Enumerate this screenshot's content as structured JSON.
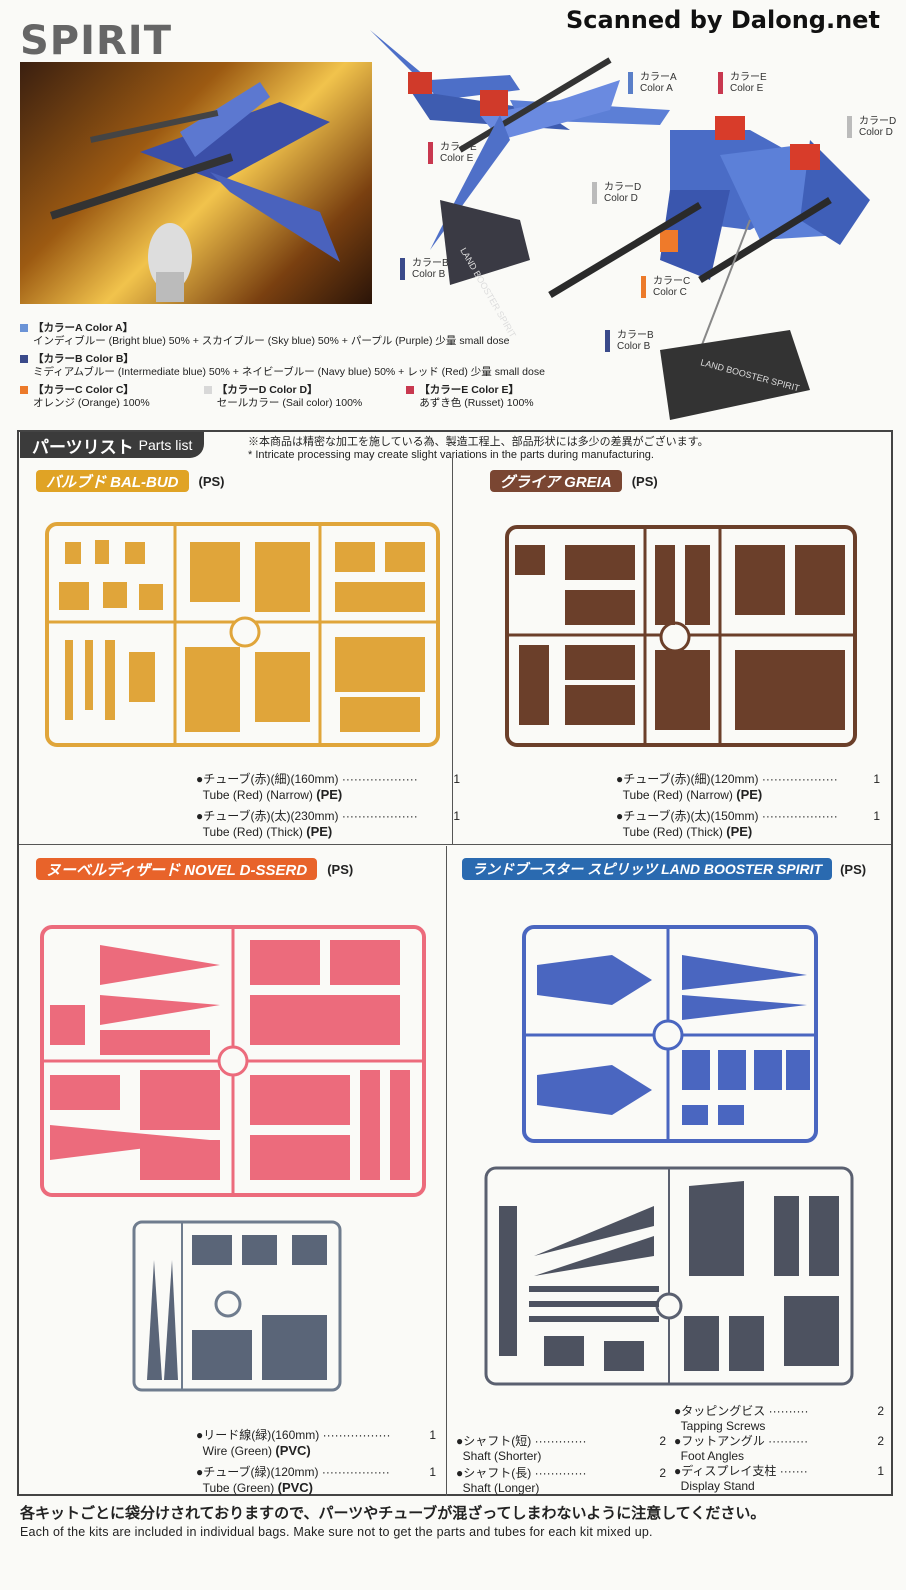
{
  "header": {
    "title": "SPIRIT",
    "scanner": "Scanned by Dalong.net"
  },
  "callouts": {
    "a": {
      "jp": "カラーA",
      "en": "Color A",
      "color": "#5a7fc8"
    },
    "e1": {
      "jp": "カラーE",
      "en": "Color E",
      "color": "#c8384f"
    },
    "e2": {
      "jp": "カラーE",
      "en": "Color E",
      "color": "#c8384f"
    },
    "d1": {
      "jp": "カラーD",
      "en": "Color D",
      "color": "#bbbbbb"
    },
    "d2": {
      "jp": "カラーD",
      "en": "Color D",
      "color": "#bbbbbb"
    },
    "b1": {
      "jp": "カラーB",
      "en": "Color B",
      "color": "#3a4a8a"
    },
    "b2": {
      "jp": "カラーB",
      "en": "Color B",
      "color": "#3a4a8a"
    },
    "c": {
      "jp": "カラーC",
      "en": "Color C",
      "color": "#ec7a2a"
    }
  },
  "stand_label": "LAND BOOSTER SPIRIT",
  "recipes": {
    "a": {
      "name": "【カラーA Color A】",
      "desc": "インディブルー (Bright blue) 50% + スカイブルー (Sky blue) 50% + パープル (Purple) 少量 small dose",
      "color": "#6b93d6"
    },
    "b": {
      "name": "【カラーB Color B】",
      "desc": "ミディアムブルー (Intermediate blue) 50% + ネイビーブルー (Navy blue) 50% + レッド (Red) 少量 small dose",
      "color": "#3a4a8a"
    },
    "c": {
      "name": "【カラーC Color C】",
      "desc": "オレンジ (Orange) 100%",
      "color": "#ec7a2a"
    },
    "d": {
      "name": "【カラーD Color D】",
      "desc": "セールカラー (Sail color) 100%",
      "color": "#d8d8d8"
    },
    "e": {
      "name": "【カラーE Color E】",
      "desc": "あずき色 (Russet) 100%",
      "color": "#c8384f"
    }
  },
  "parts_list": {
    "title_jp": "パーツリスト",
    "title_en": "Parts list",
    "notice_jp": "※本商品は精密な加工を施している為、製造工程上、部品形状には多少の差異がございます。",
    "notice_en": "* Intricate processing may create slight variations in the parts during manufacturing."
  },
  "kits": {
    "balbud": {
      "label": "バルブド BAL-BUD",
      "material": "(PS)",
      "color": "#e0a325",
      "acc": [
        {
          "jp": "●チューブ(赤)(細)(160mm)",
          "en": "Tube (Red) (Narrow)",
          "mat": "(PE)",
          "qty": "1"
        },
        {
          "jp": "●チューブ(赤)(太)(230mm)",
          "en": "Tube (Red) (Thick)",
          "mat": "(PE)",
          "qty": "1"
        }
      ]
    },
    "greia": {
      "label": "グライア GREIA",
      "material": "(PS)",
      "color": "#7a4632",
      "acc": [
        {
          "jp": "●チューブ(赤)(細)(120mm)",
          "en": "Tube (Red) (Narrow)",
          "mat": "(PE)",
          "qty": "1"
        },
        {
          "jp": "●チューブ(赤)(太)(150mm)",
          "en": "Tube (Red) (Thick)",
          "mat": "(PE)",
          "qty": "1"
        }
      ]
    },
    "novel": {
      "label": "ヌーベルディザード NOVEL D-SSERD",
      "material": "(PS)",
      "color": "#e8632a",
      "acc": [
        {
          "jp": "●リード線(緑)(160mm)",
          "en": "Wire (Green)",
          "mat": "(PVC)",
          "qty": "1"
        },
        {
          "jp": "●チューブ(緑)(120mm)",
          "en": "Tube (Green)",
          "mat": "(PVC)",
          "qty": "1"
        }
      ]
    },
    "lbs": {
      "label": "ランドブースター スピリッツ LAND BOOSTER SPIRIT",
      "material": "(PS)",
      "color": "#2a6ab0",
      "acc": [
        {
          "jp": "●シャフト(短)",
          "en": "Shaft (Shorter)",
          "qty": "2"
        },
        {
          "jp": "●シャフト(長)",
          "en": "Shaft (Longer)",
          "qty": "2"
        },
        {
          "jp": "●タッピングビス",
          "en": "Tapping Screws",
          "qty": "2"
        },
        {
          "jp": "●フットアングル",
          "en": "Foot Angles",
          "qty": "2"
        },
        {
          "jp": "●ディスプレイ支柱",
          "en": "Display Stand",
          "qty": "1"
        }
      ]
    }
  },
  "runner_colors": {
    "balbud": "#e0a53a",
    "greia": "#6b3f2a",
    "novel": "#ec6b7c",
    "novel_sub": "#6f7c8e",
    "lbs": "#4a66c0",
    "lbs_sub": "#5a6070"
  },
  "footer": {
    "jp": "各キットごとに袋分けされておりますので、パーツやチューブが混ざってしまわないように注意してください。",
    "en": "Each of the kits are included in individual bags. Make sure not to get the parts and tubes for each kit mixed up."
  }
}
